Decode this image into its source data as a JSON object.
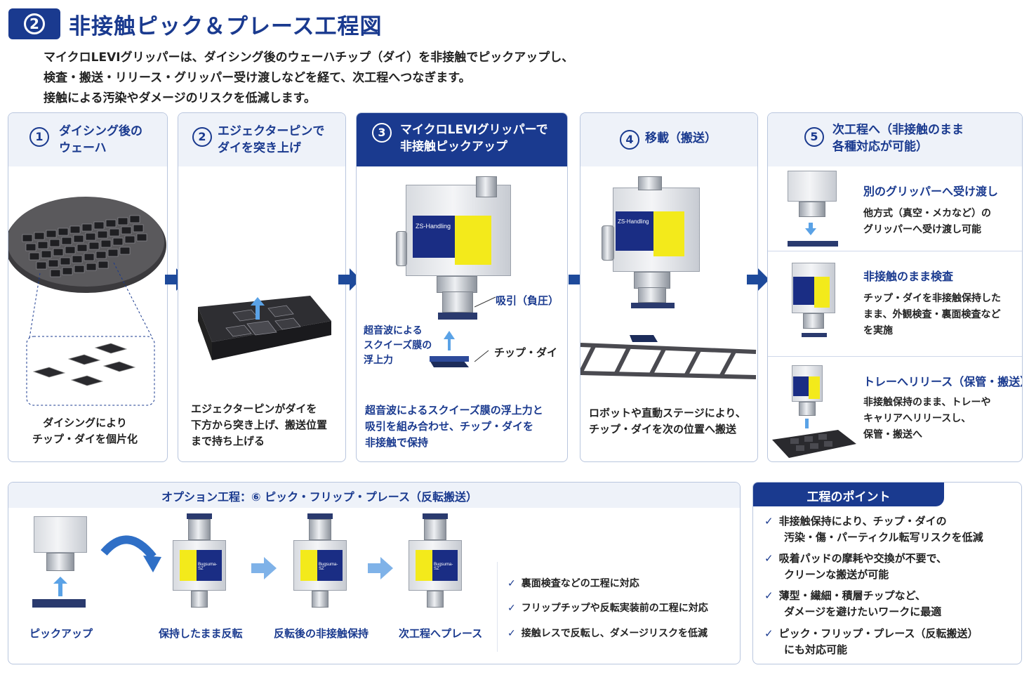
{
  "header": {
    "badge_num": "2",
    "title": "非接触ピック＆プレース工程図",
    "intro": [
      "マイクロLEVIグリッパーは、ダイシング後のウェーハチップ（ダイ）を非接触でピックアップし、",
      "検査・搬送・リリース・グリッパー受け渡しなどを経て、次工程へつなぎます。",
      "接触による汚染やダメージのリスクを低減します。"
    ]
  },
  "steps": [
    {
      "num": "1",
      "title": [
        "ダイシング後の",
        "ウェーハ"
      ],
      "caption": [
        "ダイシングにより",
        "チップ・ダイを個片化"
      ]
    },
    {
      "num": "2",
      "title": [
        "エジェクターピンで",
        "ダイを突き上げ"
      ],
      "caption": [
        "エジェクターピンがダイを",
        "下方から突き上げ、搬送位置",
        "まで持ち上げる"
      ]
    },
    {
      "num": "3",
      "title": [
        "マイクロLEVIグリッパーで",
        "非接触ピックアップ"
      ],
      "caption": [
        "超音波によるスクイーズ膜の浮上力と",
        "吸引を組み合わせ、チップ・ダイを",
        "非接触で保持"
      ],
      "labels": {
        "suction": "吸引（負圧）",
        "lift": [
          "超音波による",
          "スクイーズ膜の",
          "浮上力"
        ],
        "chip": "チップ・ダイ",
        "brand": "ZS-Handling"
      }
    },
    {
      "num": "4",
      "title": [
        "移載（搬送）"
      ],
      "caption": [
        "ロボットや直動ステージにより、",
        "チップ・ダイを次の位置へ搬送"
      ],
      "brand": "ZS-Handling"
    },
    {
      "num": "5",
      "title": [
        "次工程へ（非接触のまま",
        "各種対応が可能）"
      ],
      "subs": [
        {
          "title": "別のグリッパーへ受け渡し",
          "text": [
            "他方式（真空・メカなど）の",
            "グリッパーへ受け渡し可能"
          ]
        },
        {
          "title": "非接触のまま検査",
          "text": [
            "チップ・ダイを非接触保持した",
            "まま、外観検査・裏面検査など",
            "を実施"
          ]
        },
        {
          "title": "トレーへリリース（保管・搬送）",
          "text": [
            "非接触保持のまま、トレーや",
            "キャリアへリリースし、",
            "保管・搬送へ"
          ]
        }
      ]
    }
  ],
  "option": {
    "title": "オプション工程：⑥ ピック・フリップ・プレース（反転搬送）",
    "labels": [
      "ピックアップ",
      "保持したまま反転",
      "反転後の非接触保持",
      "次工程へプレース"
    ],
    "brand": "Bugsuma-SZ",
    "checks": [
      "裏面検査などの工程に対応",
      "フリップチップや反転実装前の工程に対応",
      "接触レスで反転し、ダメージリスクを低減"
    ]
  },
  "points": {
    "title": "工程のポイント",
    "items": [
      [
        "非接触保持により、チップ・ダイの",
        "汚染・傷・パーティクル転写リスクを低減"
      ],
      [
        "吸着パッドの摩耗や交換が不要で、",
        "クリーンな搬送が可能"
      ],
      [
        "薄型・繊細・積層チップなど、",
        "ダメージを避けたいワークに最適"
      ],
      [
        "ピック・フリップ・プレース（反転搬送）",
        "にも対応可能"
      ]
    ]
  },
  "colors": {
    "navy": "#1a3a8f",
    "yellow": "#f3ea1b",
    "light": "#eef2f9",
    "arrow": "#1e4a9b",
    "light_arrow": "#7fb2e8"
  }
}
